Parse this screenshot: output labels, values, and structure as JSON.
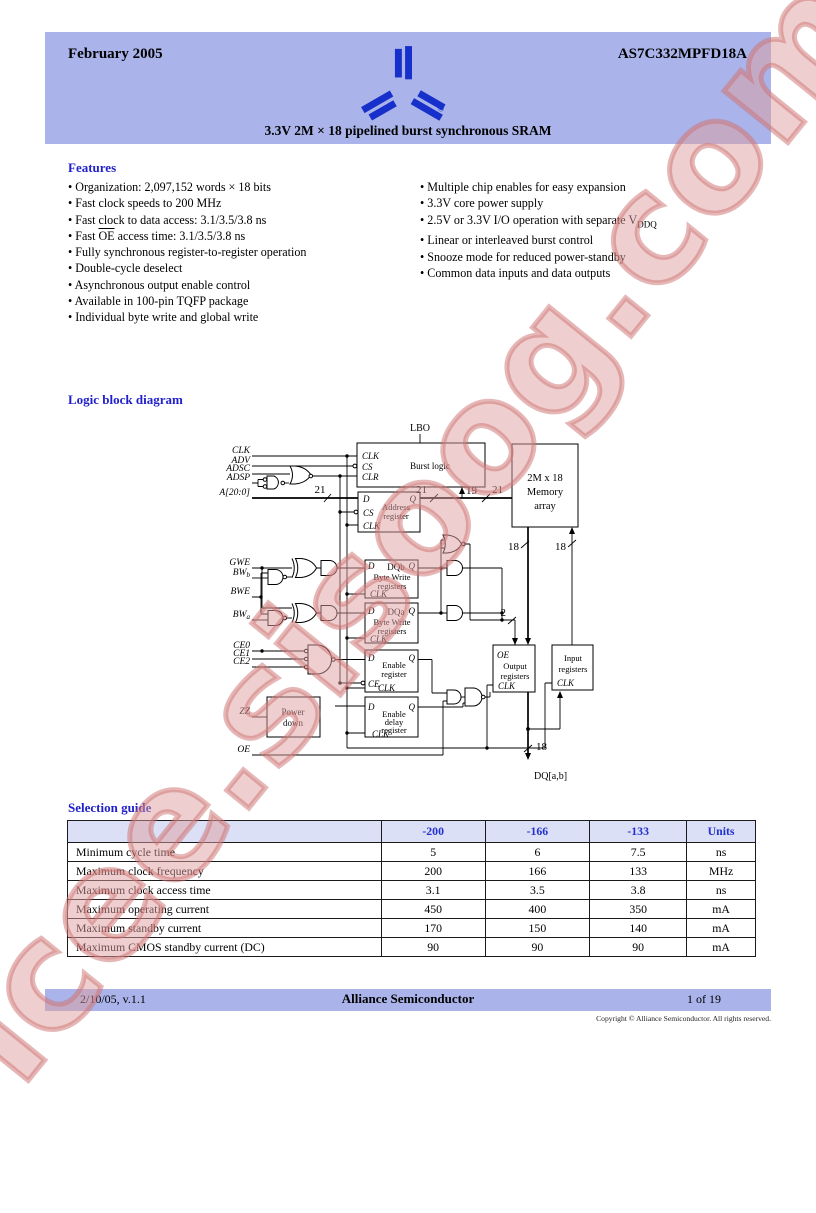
{
  "colors": {
    "band": "#aab4ea",
    "heading_blue": "#2121cb",
    "table_header_bg": "#dbe0f6",
    "table_header_text": "#2230cc",
    "logo_blue": "#1730cb",
    "watermark_red": "#cd7070"
  },
  "watermark": {
    "text": "icee.sisoog.com"
  },
  "header": {
    "date": "February 2005",
    "part_number": "AS7C332MPFD18A",
    "title": "3.3V 2M × 18 pipelined burst synchronous SRAM",
    "reg_mark": "®"
  },
  "features": {
    "heading": "Features",
    "left": [
      "Organization: 2,097,152 words × 18 bits",
      "Fast clock speeds to 200 MHz",
      "Fast clock to data access: 3.1/3.5/3.8 ns",
      {
        "pre": "Fast ",
        "ov": "OE",
        "post": " access time: 3.1/3.5/3.8 ns"
      },
      "Fully synchronous register-to-register operation",
      "Double-cycle deselect",
      "Asynchronous output enable control",
      "Available in 100-pin TQFP package",
      "Individual byte write and global write"
    ],
    "right": [
      "Multiple chip enables for easy expansion",
      "3.3V core power supply",
      {
        "pre": "2.5V or 3.3V I/O operation with separate V",
        "sub": "DDQ",
        "post": ""
      },
      "Linear or interleaved burst control",
      "Snooze mode for reduced power-standby",
      "Common data inputs and data outputs"
    ]
  },
  "diagram": {
    "heading": "Logic block diagram",
    "sig": {
      "clk": "CLK",
      "adv": "ADV",
      "adsc": "ADSC",
      "adsp": "ADSP",
      "a": "A[20:0]",
      "gwe": "GWE",
      "bw": "BW",
      "b": "b",
      "a2": "a",
      "bwe": "BWE",
      "ce0": "CE0",
      "ce1": "CE1",
      "ce2": "CE2",
      "zz": "ZZ",
      "oe": "OE",
      "lbo": "LBO"
    },
    "pin": {
      "d": "D",
      "q": "Q",
      "clk": "CLK",
      "cs": "CS",
      "clr": "CLR",
      "ce": "CE",
      "oe": "OE"
    },
    "box": {
      "burst": "Burst logic",
      "addr1": "Address",
      "addr2": "register",
      "mem1": "2M x 18",
      "mem2": "Memory",
      "mem3": "array",
      "dqb": "DQb",
      "dqa": "DQa",
      "bw1": "Byte Write",
      "bw2": "registers",
      "en1": "Enable",
      "en2": "register",
      "ed1": "Enable",
      "ed2": "delay",
      "ed3": "register",
      "pd1": "Power",
      "pd2": "down",
      "out1": "Output",
      "out2": "registers",
      "in1": "Input",
      "in2": "registers"
    },
    "bus": {
      "b21": "21",
      "b19": "19",
      "b18": "18",
      "b2": "2",
      "dq": "DQ[a,b]"
    }
  },
  "table": {
    "heading": "Selection guide",
    "columns": [
      "",
      "-200",
      "-166",
      "-133",
      "Units"
    ],
    "rows": [
      {
        "label": "Minimum cycle time",
        "c200": "5",
        "c166": "6",
        "c133": "7.5",
        "units": "ns"
      },
      {
        "label": "Maximum clock frequency",
        "c200": "200",
        "c166": "166",
        "c133": "133",
        "units": "MHz"
      },
      {
        "label": "Maximum clock access time",
        "c200": "3.1",
        "c166": "3.5",
        "c133": "3.8",
        "units": "ns"
      },
      {
        "label": "Maximum operating current",
        "c200": "450",
        "c166": "400",
        "c133": "350",
        "units": "mA"
      },
      {
        "label": "Maximum standby current",
        "c200": "170",
        "c166": "150",
        "c133": "140",
        "units": "mA"
      },
      {
        "label": "Maximum CMOS standby current (DC)",
        "c200": "90",
        "c166": "90",
        "c133": "90",
        "units": "mA"
      }
    ]
  },
  "footer": {
    "left": "2/10/05, v.1.1",
    "center": "Alliance Semiconductor",
    "right": "1 of 19",
    "copyright": "Copyright © Alliance Semiconductor. All rights reserved."
  }
}
